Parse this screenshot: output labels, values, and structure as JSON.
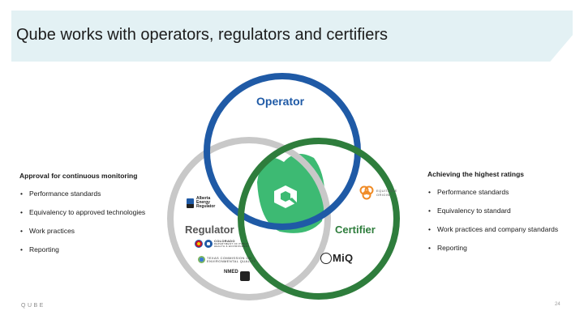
{
  "slide": {
    "title": "Qube works with operators, regulators and certifiers"
  },
  "venn": {
    "operator": "Operator",
    "regulator": "Regulator",
    "certifier": "Certifier",
    "colors": {
      "operator": "#1f5aa6",
      "regulator": "#c8c8c8",
      "certifier": "#2e7d3c",
      "center": "#3dba73"
    }
  },
  "logos": {
    "aer": "Alberta\nEnergy\nRegulator",
    "colorado": "COLORADO",
    "colorado_sub": "DEPARTMENT OF PUBLIC\nHEALTH & ENVIRONMENT",
    "tceq": "TEXAS COMMISSION ON\nENVIRONMENTAL QUALITY",
    "nmed": "NMED",
    "equitable_origin": "EQUITABLE\nORIGIN",
    "miq": "MiQ"
  },
  "left_panel": {
    "heading": "Approval for continuous monitoring",
    "items": [
      "Performance standards",
      "Equivalency to approved technologies",
      "Work practices",
      "Reporting"
    ]
  },
  "right_panel": {
    "heading": "Achieving the highest ratings",
    "items": [
      "Performance standards",
      "Equivalency to standard",
      "Work practices and company standards",
      "Reporting"
    ]
  },
  "footer": {
    "brand": "QUBE",
    "page_number": "24"
  }
}
